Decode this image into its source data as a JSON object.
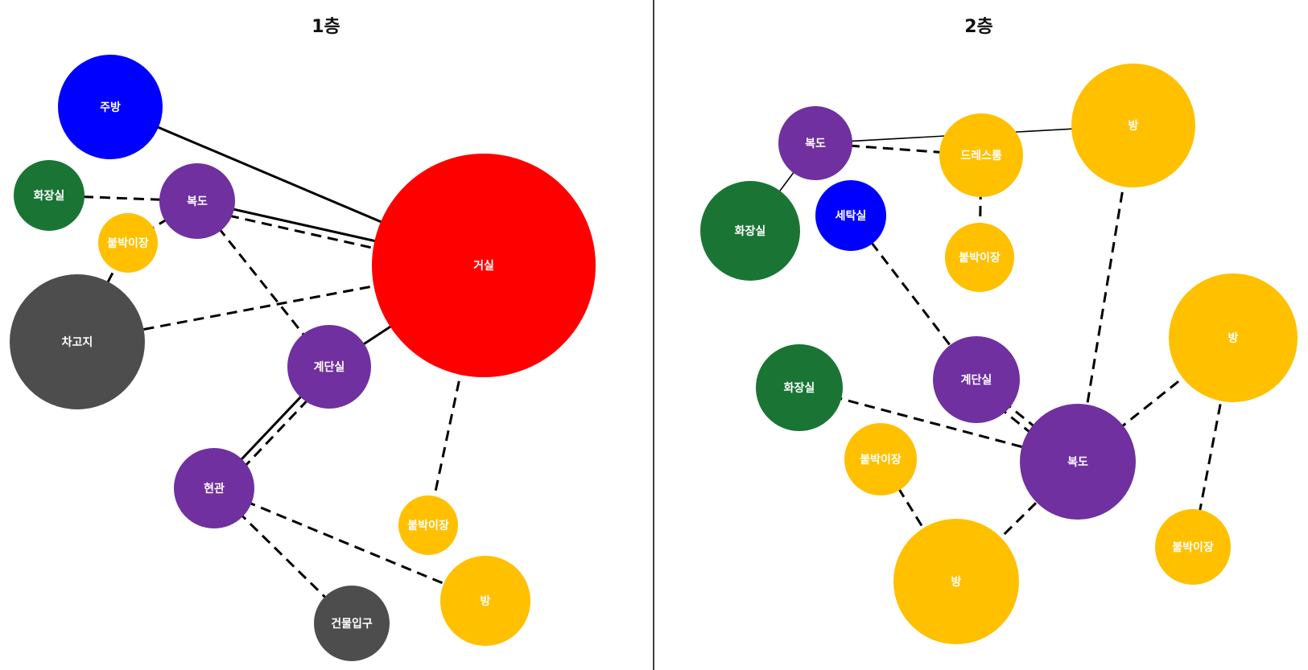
{
  "colors": {
    "living": "#ff0000",
    "kitchen": "#0000ff",
    "laundry": "#0000ff",
    "bathroom": "#1a7535",
    "corridor": "#7030a0",
    "room": "#ffc000",
    "garage": "#4d4d4d",
    "entrance": "#4d4d4d"
  },
  "floors": [
    {
      "title": "1층",
      "rooms": [
        {
          "label": "주방",
          "type": "kitchen"
        },
        {
          "label": "화장실",
          "type": "bathroom"
        },
        {
          "label": "복도",
          "type": "corridor"
        },
        {
          "label": "붙박이장",
          "type": "room"
        },
        {
          "label": "거실",
          "type": "living"
        },
        {
          "label": "차고지",
          "type": "garage"
        },
        {
          "label": "계단실",
          "type": "corridor"
        },
        {
          "label": "현관",
          "type": "corridor"
        },
        {
          "label": "붙박이장",
          "type": "room"
        },
        {
          "label": "방",
          "type": "room"
        },
        {
          "label": "건물입구",
          "type": "entrance"
        }
      ],
      "links": [
        {
          "from": 0,
          "to": 4,
          "style": "solid"
        },
        {
          "from": 2,
          "to": 4,
          "style": "solid"
        },
        {
          "from": 2,
          "to": 4,
          "style": "dashed"
        },
        {
          "from": 1,
          "to": 2,
          "style": "dashed"
        },
        {
          "from": 2,
          "to": 3,
          "style": "dashed"
        },
        {
          "from": 3,
          "to": 5,
          "style": "dashed"
        },
        {
          "from": 5,
          "to": 4,
          "style": "dashed"
        },
        {
          "from": 2,
          "to": 6,
          "style": "dashed"
        },
        {
          "from": 6,
          "to": 4,
          "style": "solid"
        },
        {
          "from": 7,
          "to": 6,
          "style": "solid"
        },
        {
          "from": 7,
          "to": 6,
          "style": "dashed"
        },
        {
          "from": 4,
          "to": 8,
          "style": "dashed"
        },
        {
          "from": 7,
          "to": 9,
          "style": "dashed"
        },
        {
          "from": 7,
          "to": 10,
          "style": "dashed"
        }
      ]
    },
    {
      "title": "2층",
      "rooms": [
        {
          "label": "복도",
          "type": "corridor"
        },
        {
          "label": "드레스룸",
          "type": "room"
        },
        {
          "label": "방",
          "type": "room"
        },
        {
          "label": "화장실",
          "type": "bathroom"
        },
        {
          "label": "세탁실",
          "type": "laundry"
        },
        {
          "label": "붙박이장",
          "type": "room"
        },
        {
          "label": "방",
          "type": "room"
        },
        {
          "label": "화장실",
          "type": "bathroom"
        },
        {
          "label": "계단실",
          "type": "corridor"
        },
        {
          "label": "붙박이장",
          "type": "room"
        },
        {
          "label": "복도",
          "type": "corridor"
        },
        {
          "label": "붙박이장",
          "type": "room"
        },
        {
          "label": "방",
          "type": "room"
        }
      ],
      "links": [
        {
          "from": 0,
          "to": 2,
          "style": "thin"
        },
        {
          "from": 0,
          "to": 1,
          "style": "dashed"
        },
        {
          "from": 0,
          "to": 3,
          "style": "thin"
        },
        {
          "from": 1,
          "to": 5,
          "style": "dashed"
        },
        {
          "from": 2,
          "to": 10,
          "style": "dashed"
        },
        {
          "from": 4,
          "to": 8,
          "style": "dashed"
        },
        {
          "from": 8,
          "to": 10,
          "style": "dashed"
        },
        {
          "from": 8,
          "to": 10,
          "style": "dashed"
        },
        {
          "from": 7,
          "to": 10,
          "style": "dashed"
        },
        {
          "from": 9,
          "to": 12,
          "style": "dashed"
        },
        {
          "from": 12,
          "to": 10,
          "style": "dashed"
        },
        {
          "from": 10,
          "to": 6,
          "style": "dashed"
        },
        {
          "from": 6,
          "to": 11,
          "style": "dashed"
        }
      ]
    }
  ]
}
